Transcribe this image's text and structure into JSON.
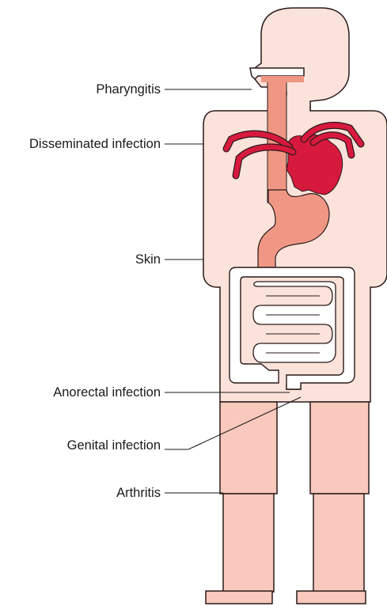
{
  "labels": {
    "pharyngitis": "Pharyngitis",
    "disseminated": "Disseminated infection",
    "skin": "Skin",
    "anorectal": "Anorectal infection",
    "genital": "Genital infection",
    "arthritis": "Arthritis"
  },
  "colors": {
    "skin_fill": "#fbe2da",
    "leg_fill": "#f8c9bc",
    "outline": "#2a1a1a",
    "organ_fill": "#ef9784",
    "heart_fill": "#d8193e",
    "line": "#1a1a1a"
  }
}
